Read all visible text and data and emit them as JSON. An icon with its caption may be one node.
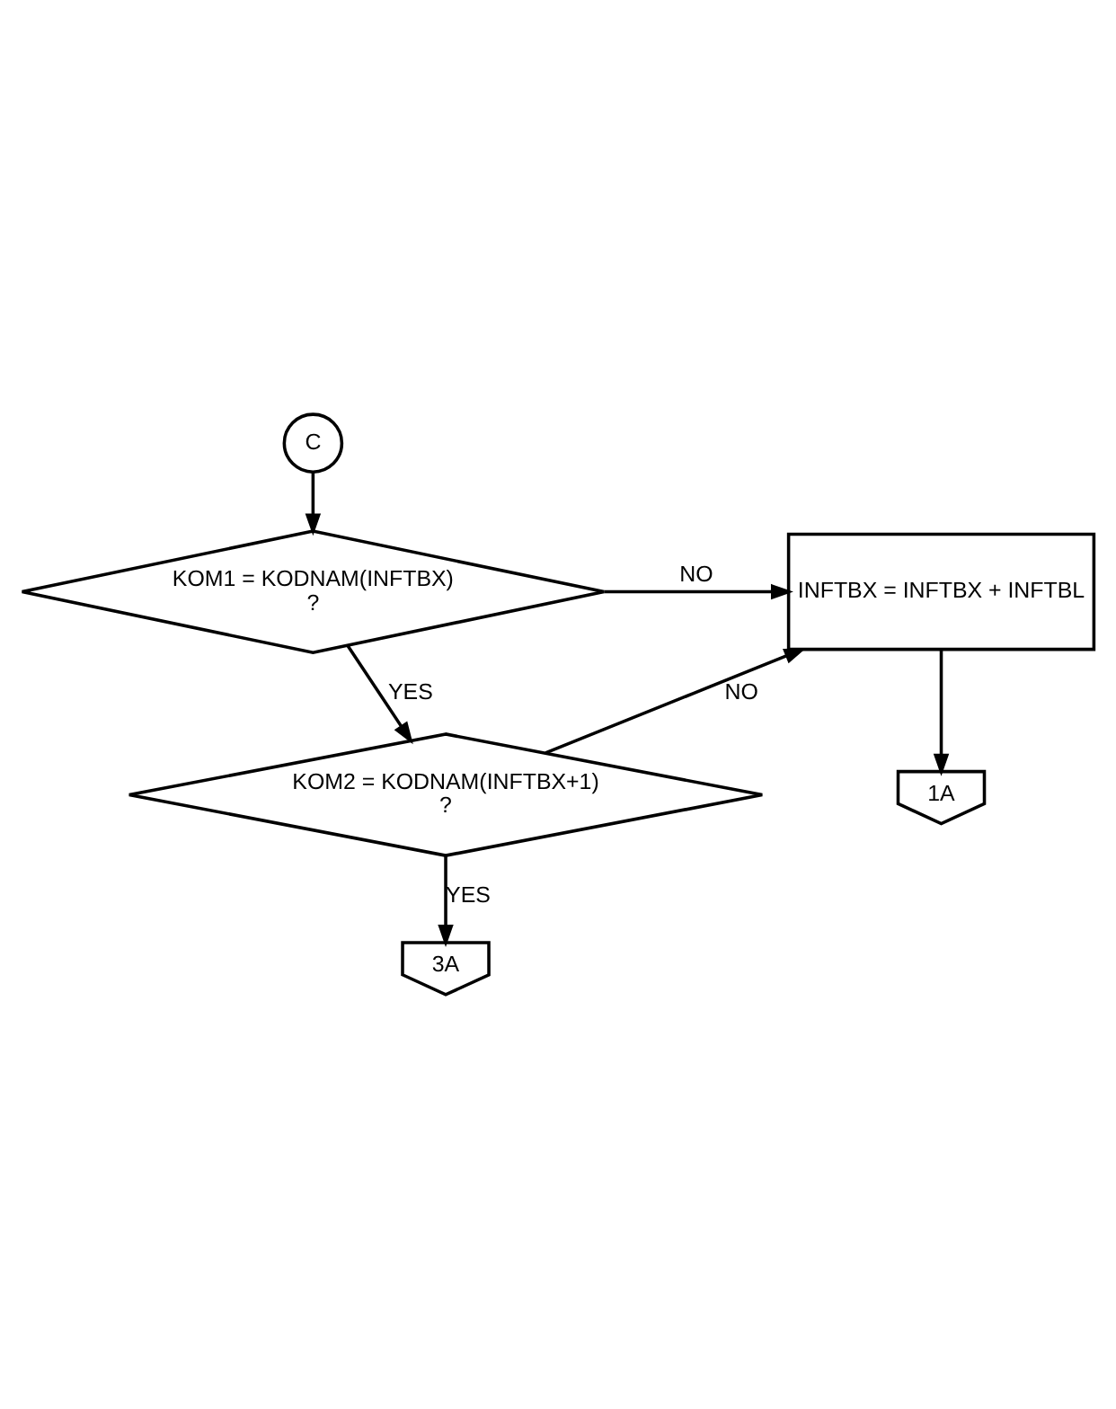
{
  "diagram": {
    "nodes": [
      {
        "text": [
          "C"
        ]
      },
      {
        "text": [
          "KOM1 = KODNAM(INFTBX)",
          "?"
        ]
      },
      {
        "text": [
          "KOM2 = KODNAM(INFTBX+1)",
          "?"
        ]
      },
      {
        "text": [
          "INFTBX = INFTBX + INFTBL"
        ]
      },
      {
        "text": [
          "1A"
        ]
      },
      {
        "text": [
          "3A"
        ]
      }
    ],
    "edges": [
      {
        "from": 0,
        "to": 1,
        "arrow": "to"
      },
      {
        "from": 1,
        "to": 3,
        "arrow": "to",
        "label": "NO"
      },
      {
        "from": 1,
        "to": 2,
        "arrow": "to",
        "label": "YES"
      },
      {
        "from": 2,
        "to": 3,
        "arrow": "to",
        "label": "NO"
      },
      {
        "from": 2,
        "to": 5,
        "arrow": "to",
        "label": "YES"
      },
      {
        "from": 3,
        "to": 4,
        "arrow": "to"
      }
    ]
  }
}
